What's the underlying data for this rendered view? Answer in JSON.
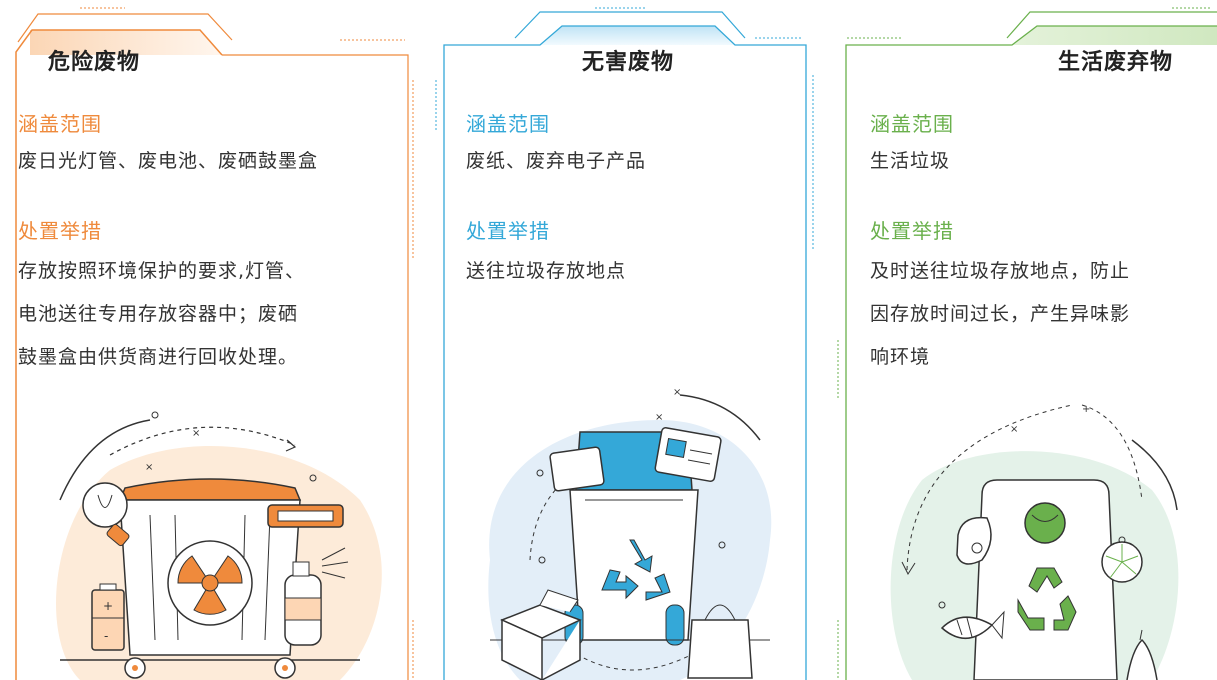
{
  "cards": [
    {
      "title": "危险废物",
      "scope_label": "涵盖范围",
      "scope_text": "废日光灯管、废电池、废硒鼓墨盒",
      "measure_label": "处置举措",
      "measure_lines": [
        "存放按照环境保护的要求,灯管、",
        "电池送往专用存放容器中；废硒",
        "鼓墨盒由供货商进行回收处理。"
      ],
      "accent": "#ef8a3c",
      "illustration": "hazardous-waste-bin-icon"
    },
    {
      "title": "无害废物",
      "scope_label": "涵盖范围",
      "scope_text": "废纸、废弃电子产品",
      "measure_label": "处置举措",
      "measure_lines": [
        "送往垃圾存放地点"
      ],
      "accent": "#34a8d8",
      "illustration": "recycle-bin-icon"
    },
    {
      "title": "生活废弃物",
      "scope_label": "涵盖范围",
      "scope_text": "生活垃圾",
      "measure_label": "处置举措",
      "measure_lines": [
        "及时送往垃圾存放地点，防止",
        "因存放时间过长，产生异味影",
        "响环境"
      ],
      "accent": "#6ab04c",
      "illustration": "kitchen-waste-bin-icon"
    }
  ]
}
